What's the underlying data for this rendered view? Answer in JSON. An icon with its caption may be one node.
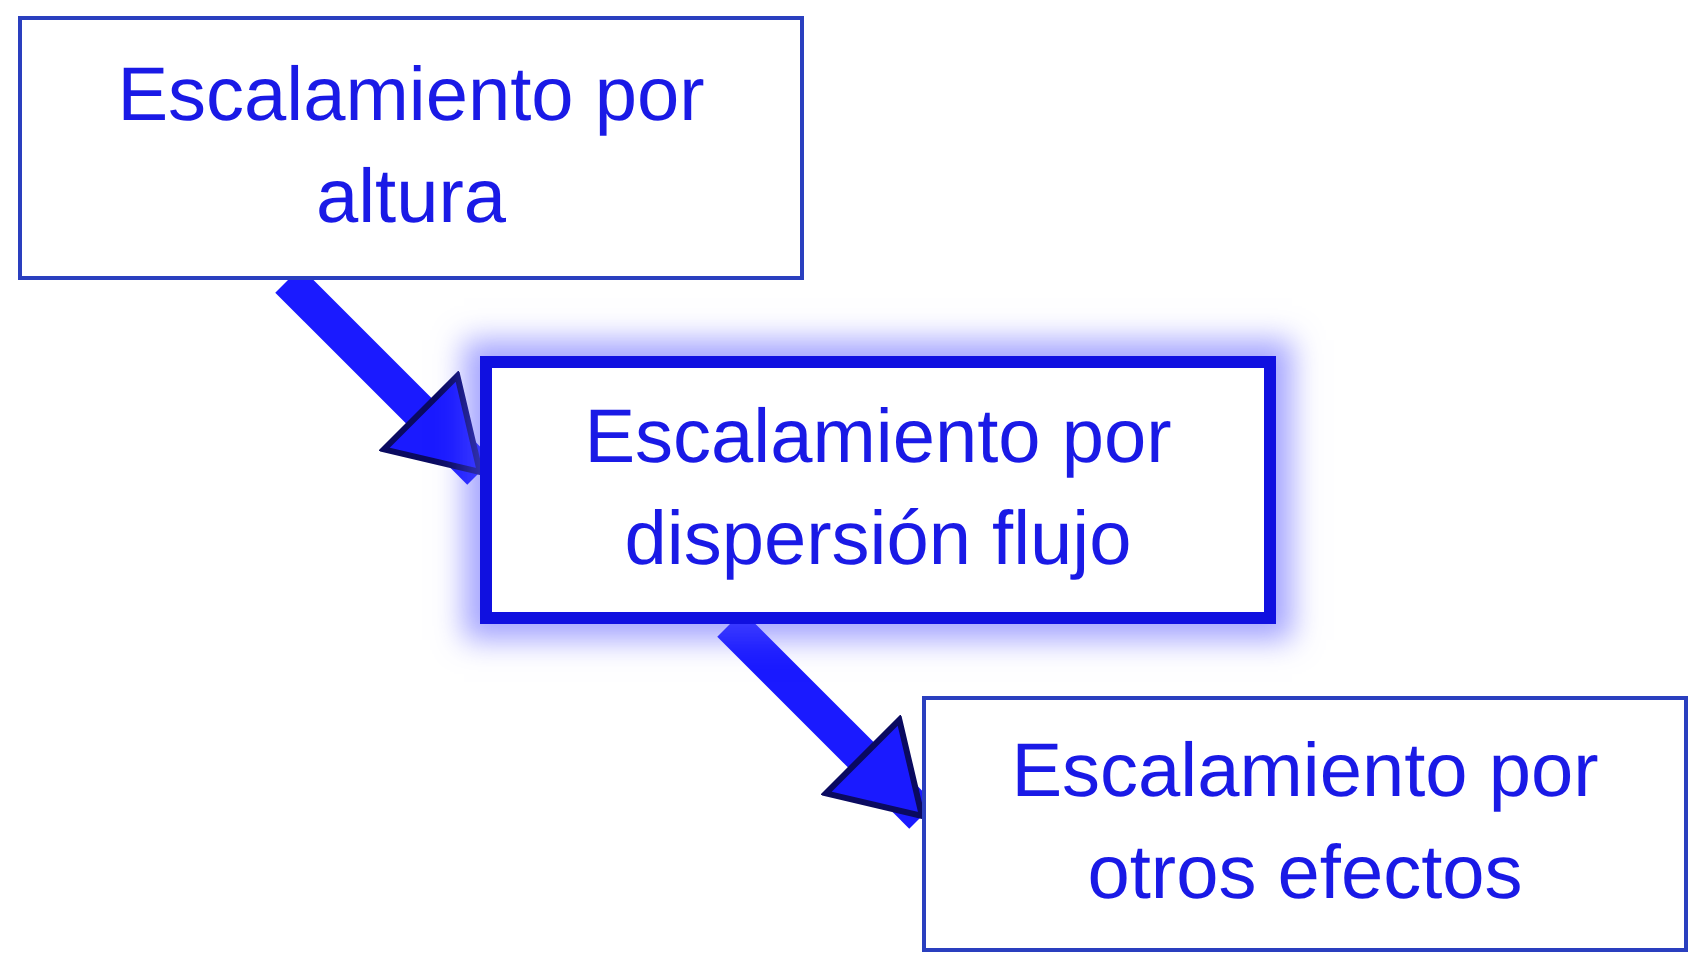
{
  "diagram": {
    "nodes": [
      {
        "text": [
          "Escalamiento por altura"
        ]
      },
      {
        "text": [
          "Escalamiento por dispersión flujo"
        ]
      },
      {
        "text": [
          "Escalamiento por otros efectos"
        ]
      }
    ],
    "edges": [
      {
        "from": 0,
        "to": 1,
        "arrow": "to"
      },
      {
        "from": 1,
        "to": 2,
        "arrow": "to"
      }
    ]
  }
}
